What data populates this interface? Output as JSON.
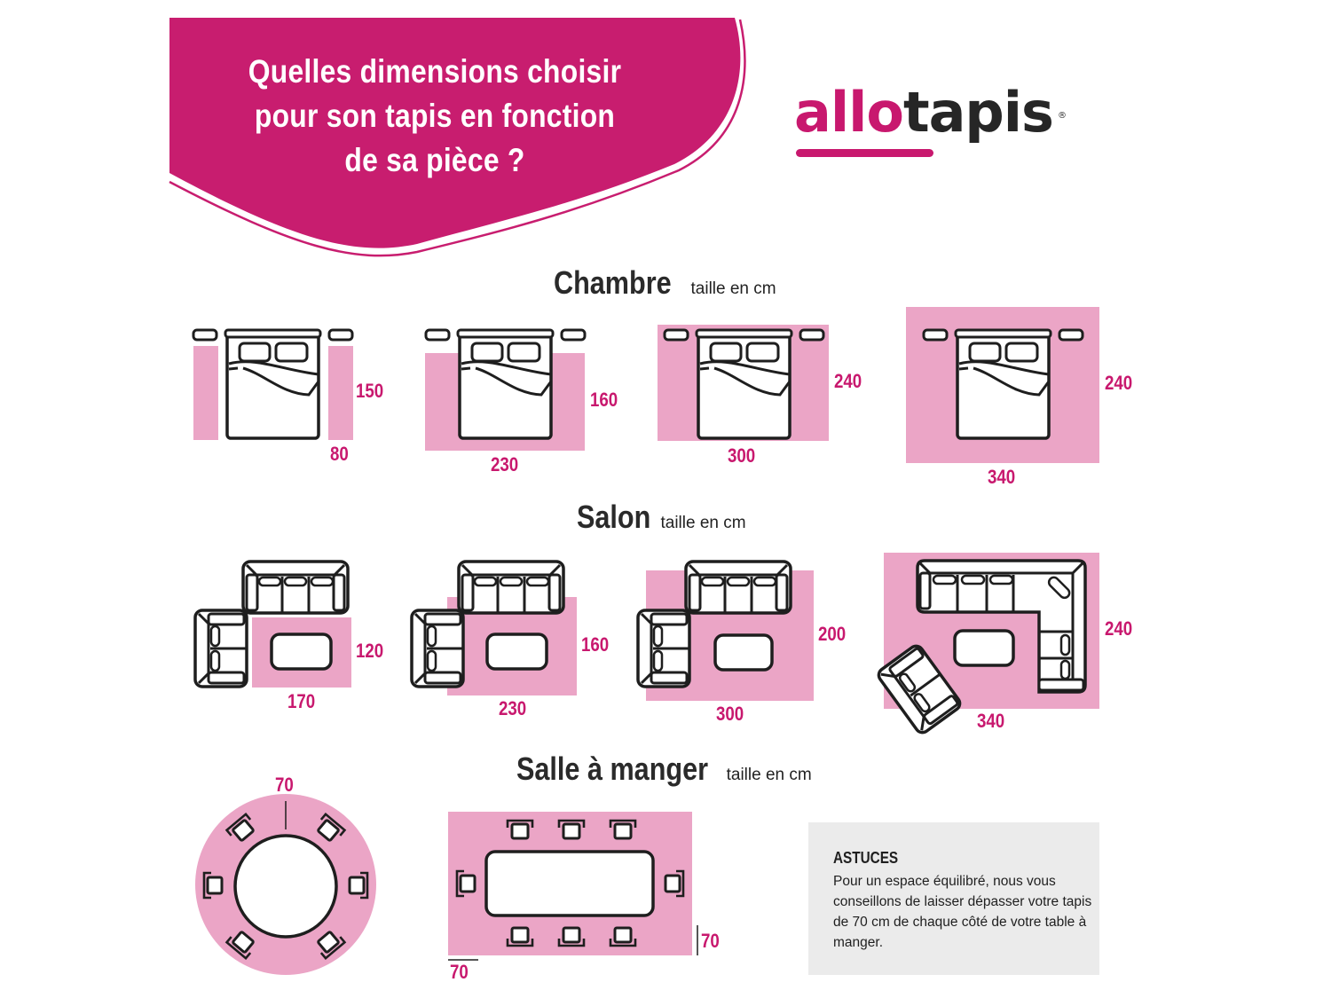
{
  "banner": {
    "title_lines": [
      "Quelles dimensions choisir",
      "pour son tapis en fonction",
      "de sa pièce ?"
    ],
    "color": "#c81d6f"
  },
  "logo": {
    "part1": "allo",
    "part2": "tapis",
    "registered": "®",
    "accent": "#c8186e",
    "dark": "#262626"
  },
  "colors": {
    "rug": "#eba5c6",
    "dimension_text": "#c8186e",
    "tip_bg": "#ebebeb"
  },
  "sections": {
    "chambre": {
      "title": "Chambre",
      "subtitle": "taille en cm",
      "items": [
        {
          "width": "80",
          "height": "150",
          "layout": "two bedside runners"
        },
        {
          "width": "230",
          "height": "160",
          "layout": "under lower bed"
        },
        {
          "width": "300",
          "height": "240",
          "layout": "under whole bed"
        },
        {
          "width": "340",
          "height": "240",
          "layout": "large under whole bed"
        }
      ]
    },
    "salon": {
      "title": "Salon",
      "subtitle": "taille en cm",
      "items": [
        {
          "width": "170",
          "height": "120",
          "layout": "coffee table only"
        },
        {
          "width": "230",
          "height": "160",
          "layout": "front legs on rug"
        },
        {
          "width": "300",
          "height": "200",
          "layout": "all furniture on rug"
        },
        {
          "width": "340",
          "height": "240",
          "layout": "corner sofa"
        }
      ]
    },
    "salle_a_manger": {
      "title": "Salle à manger",
      "subtitle": "taille en cm",
      "items": [
        {
          "shape": "round",
          "margin": "70"
        },
        {
          "shape": "rectangle",
          "margin_bottom": "70",
          "margin_side": "70"
        }
      ]
    }
  },
  "tip": {
    "title": "ASTUCES",
    "body": "Pour un espace équilibré, nous vous conseillons de laisser dépasser votre tapis de 70 cm de chaque côté de votre table à manger."
  }
}
